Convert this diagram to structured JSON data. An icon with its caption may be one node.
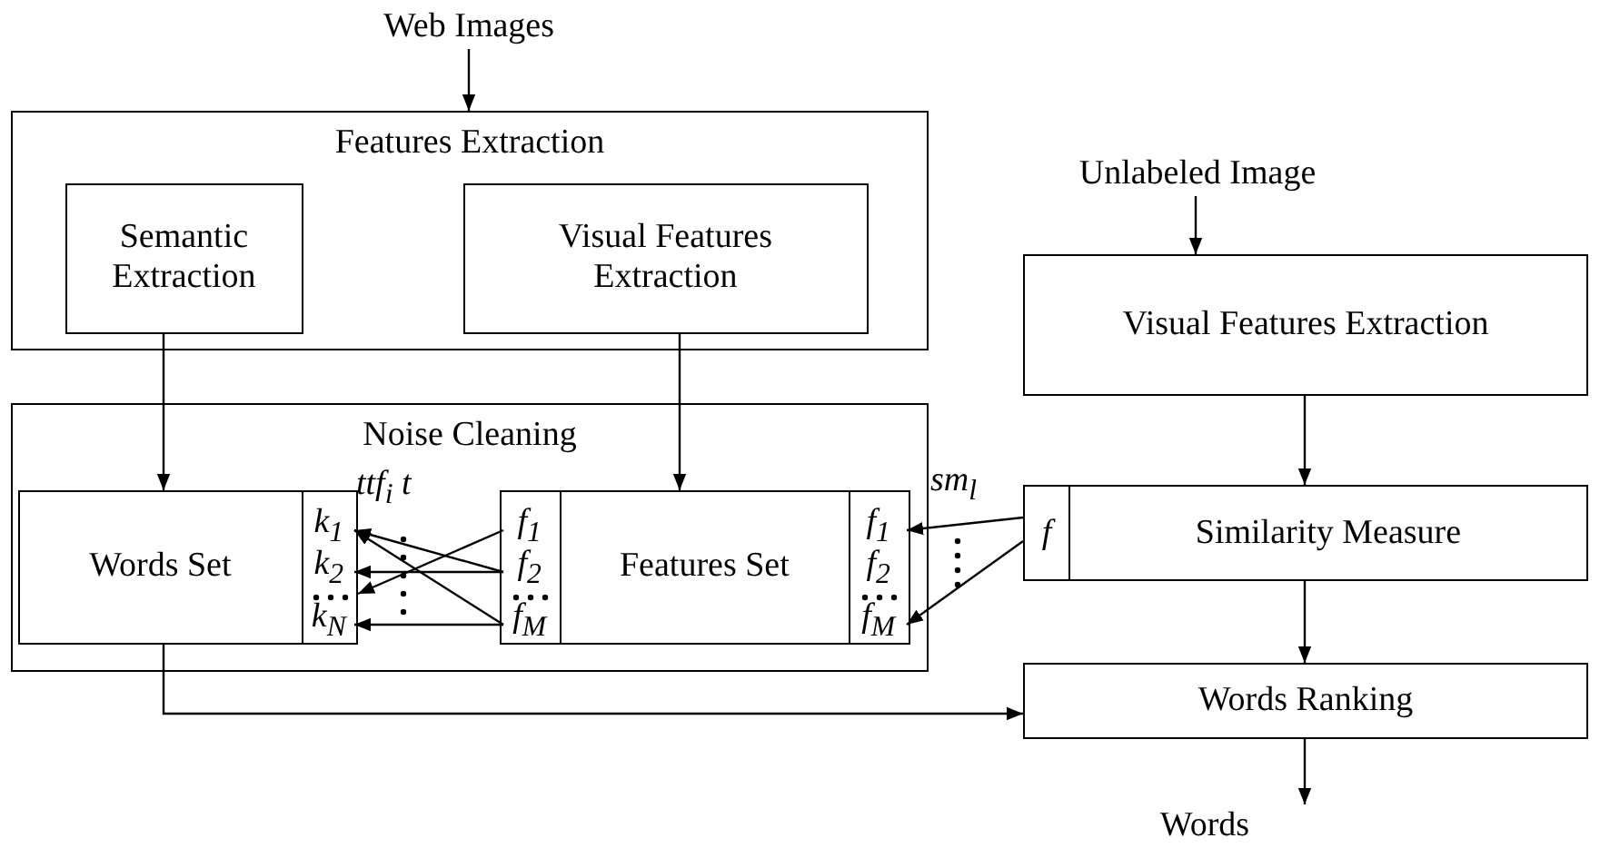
{
  "diagram": {
    "nodes": [
      {
        "text": [
          "Web Images"
        ]
      },
      {
        "text": [
          "Features Extraction"
        ]
      },
      {
        "text": [
          "Semantic Extraction"
        ],
        "in": 1
      },
      {
        "text": [
          "Visual Features Extraction"
        ],
        "in": 1
      },
      {
        "text": [
          "Noise Cleaning"
        ]
      },
      {
        "text": [
          "Words Set"
        ],
        "in": 4
      },
      {
        "text": [],
        "shape": "box",
        "in": 4
      },
      {
        "text": [
          "k$_{1}$"
        ],
        "in": 6
      },
      {
        "text": [
          "k$_{2}$"
        ],
        "in": 6
      },
      {
        "text": [
          "k$_{N}$"
        ],
        "in": 6
      },
      {
        "text": [],
        "shape": "box",
        "in": 4
      },
      {
        "text": [
          "f$_{1}$"
        ],
        "in": 10
      },
      {
        "text": [
          "f$_{2}$"
        ],
        "in": 10
      },
      {
        "text": [
          "f$_{M}$"
        ],
        "in": 10
      },
      {
        "text": [
          "Features Set"
        ],
        "in": 4
      },
      {
        "text": [],
        "shape": "box",
        "in": 4
      },
      {
        "text": [
          "f$_{1}$"
        ],
        "in": 15
      },
      {
        "text": [
          "f$_{2}$"
        ],
        "in": 15
      },
      {
        "text": [
          "f$_{M}$"
        ],
        "in": 15
      },
      {
        "text": [
          "Unlabeled Image"
        ]
      },
      {
        "text": [
          "Visual Features Extraction"
        ]
      },
      {
        "text": [
          "f"
        ]
      },
      {
        "text": [
          "Similarity Measure"
        ]
      },
      {
        "text": [
          "Words Ranking"
        ]
      },
      {
        "text": [
          "Words"
        ]
      }
    ],
    "edges": [
      {
        "from": 0,
        "to": 1,
        "arrow": "to"
      },
      {
        "from": 2,
        "to": 5,
        "arrow": "to"
      },
      {
        "from": 3,
        "to": 14,
        "arrow": "to"
      },
      {
        "from": 12,
        "to": 7,
        "arrow": "to"
      },
      {
        "from": 13,
        "to": 7,
        "arrow": "to"
      },
      {
        "from": 12,
        "to": 8,
        "arrow": "to"
      },
      {
        "from": 11,
        "to": 6,
        "arrow": "to"
      },
      {
        "from": 13,
        "to": 9,
        "arrow": "to"
      },
      {
        "from": 21,
        "to": 16,
        "arrow": "to",
        "label": "sm$_{l}$"
      },
      {
        "from": 21,
        "to": 18,
        "arrow": "to"
      },
      {
        "from": 19,
        "to": 20,
        "arrow": "to"
      },
      {
        "from": 20,
        "to": 22,
        "arrow": "to"
      },
      {
        "from": 22,
        "to": 23,
        "arrow": "to"
      },
      {
        "from": 5,
        "to": 23,
        "arrow": "to"
      },
      {
        "from": 23,
        "to": 24,
        "arrow": "to"
      }
    ],
    "labels": [
      "ttf$_{i}$ t"
    ]
  }
}
